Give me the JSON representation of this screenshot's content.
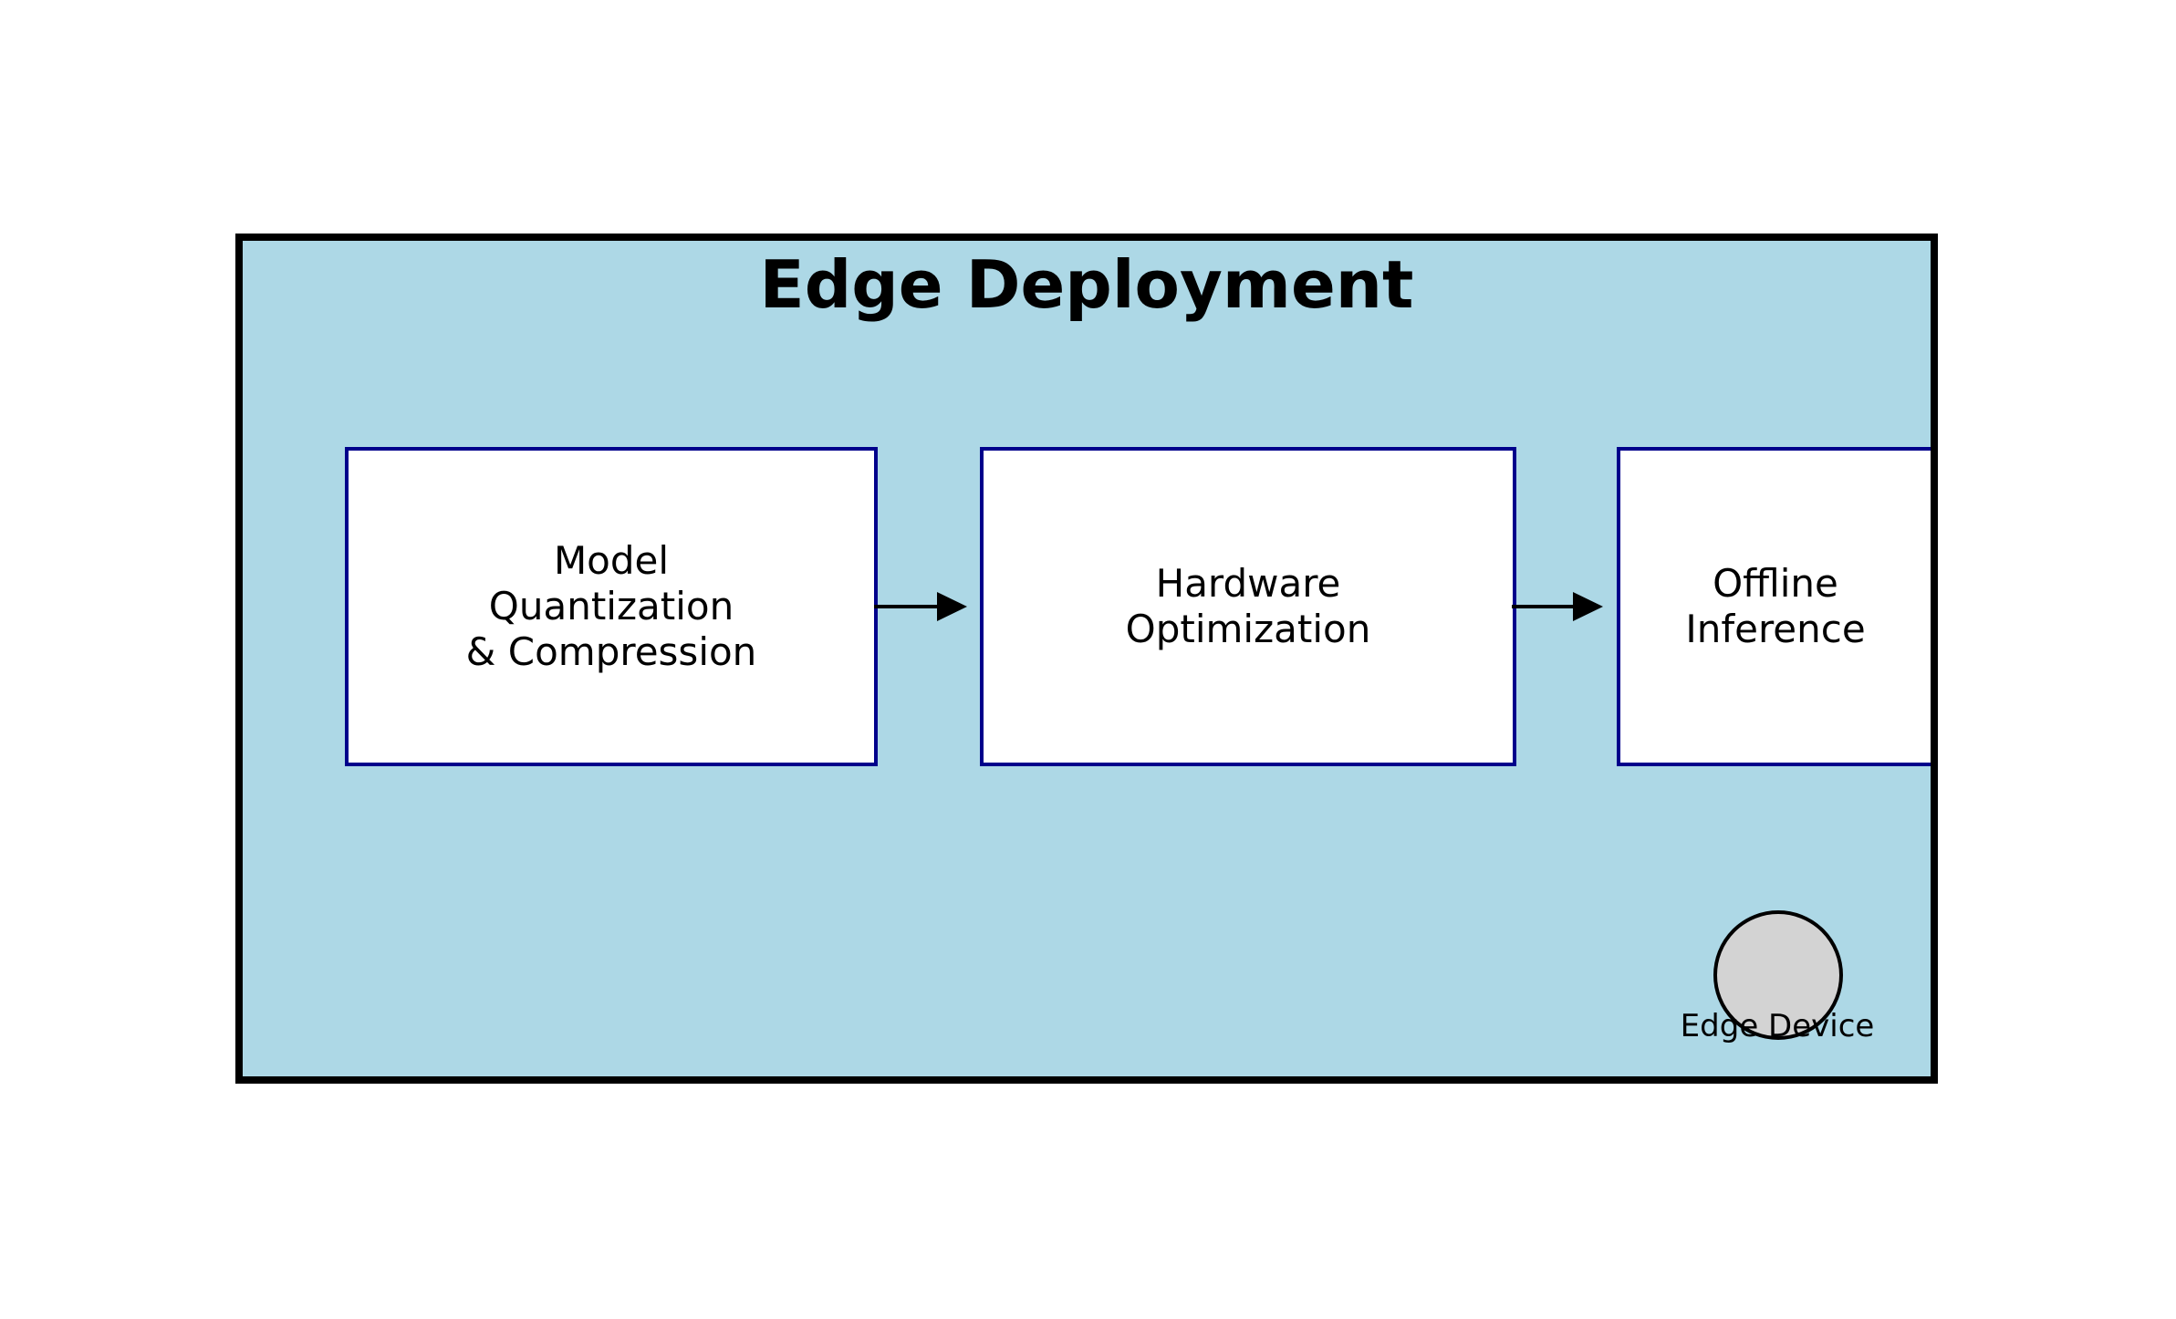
{
  "diagram": {
    "title": "Edge Deployment",
    "nodes": [
      {
        "id": "model-quantization-compression",
        "label": "Model\nQuantization\n& Compression"
      },
      {
        "id": "hardware-optimization",
        "label": "Hardware\nOptimization"
      },
      {
        "id": "offline-inference",
        "label": "Offline\nInference"
      }
    ],
    "flows": [
      {
        "from": "model-quantization-compression",
        "to": "hardware-optimization"
      },
      {
        "from": "hardware-optimization",
        "to": "offline-inference"
      }
    ],
    "device": {
      "label": "Edge Device",
      "shape": "circle"
    },
    "colors": {
      "container_fill": "#ADD8E6",
      "container_border": "#000000",
      "node_fill": "#FFFFFF",
      "node_border": "#00008B",
      "device_fill": "#D3D3D3",
      "device_border": "#000000",
      "arrow": "#000000",
      "title_color": "#000000"
    }
  }
}
